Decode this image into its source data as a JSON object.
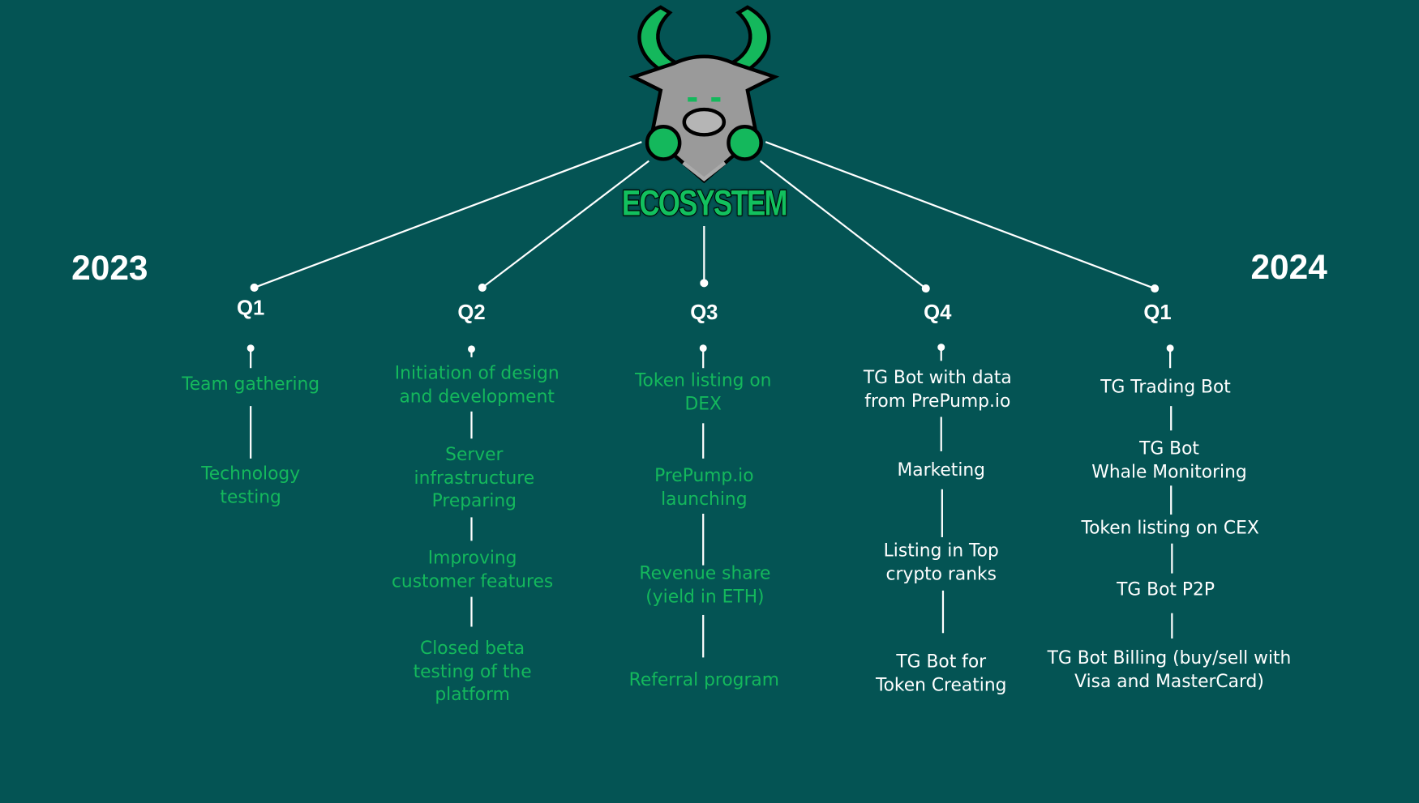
{
  "logo": {
    "text": "ECOSYSTEM"
  },
  "years": {
    "left": "2023",
    "right": "2024"
  },
  "columns": [
    {
      "quarter": "Q1",
      "items": [
        "Team gathering",
        "Technology\ntesting"
      ]
    },
    {
      "quarter": "Q2",
      "items": [
        "Initiation of design\nand development",
        "Server\ninfrastructure\nPreparing",
        "Improving\ncustomer features",
        "Closed beta\ntesting of the\nplatform"
      ]
    },
    {
      "quarter": "Q3",
      "items": [
        "Token listing on\nDEX",
        "PrePump.io\nlaunching",
        "Revenue share\n(yield in ETH)",
        "Referral program"
      ]
    },
    {
      "quarter": "Q4",
      "items": [
        "TG Bot with data\nfrom PrePump.io",
        "Marketing",
        "Listing in Top\ncrypto ranks",
        "TG Bot for\nToken Creating"
      ]
    },
    {
      "quarter": "Q1",
      "items": [
        "TG Trading Bot",
        "TG Bot\nWhale Monitoring",
        "Token listing on CEX",
        "TG Bot P2P",
        "TG Bot Billing (buy/sell with\nVisa and MasterCard)"
      ]
    }
  ],
  "colors": {
    "background": "#045454",
    "done": "#14b85c",
    "planned": "#ffffff"
  }
}
